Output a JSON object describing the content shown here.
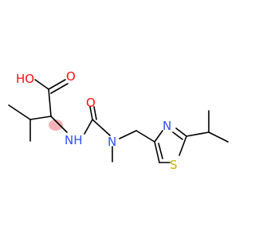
{
  "molecule": {
    "atoms": {
      "hydroxyl": "HO",
      "carbonyl_oxygen_acid": "O",
      "amide_nitrogen": "NH",
      "carbonyl_oxygen_urea": "O",
      "methylated_nitrogen": "N",
      "thiazole_nitrogen": "N",
      "thiazole_sulfur": "S"
    },
    "colors": {
      "bond": "#000000",
      "oxygen": "#ff0d0d",
      "nitrogen": "#3050f8",
      "sulfur": "#c8b400",
      "stereo_highlight": "#f4a7ad",
      "background": "#ffffff"
    }
  }
}
